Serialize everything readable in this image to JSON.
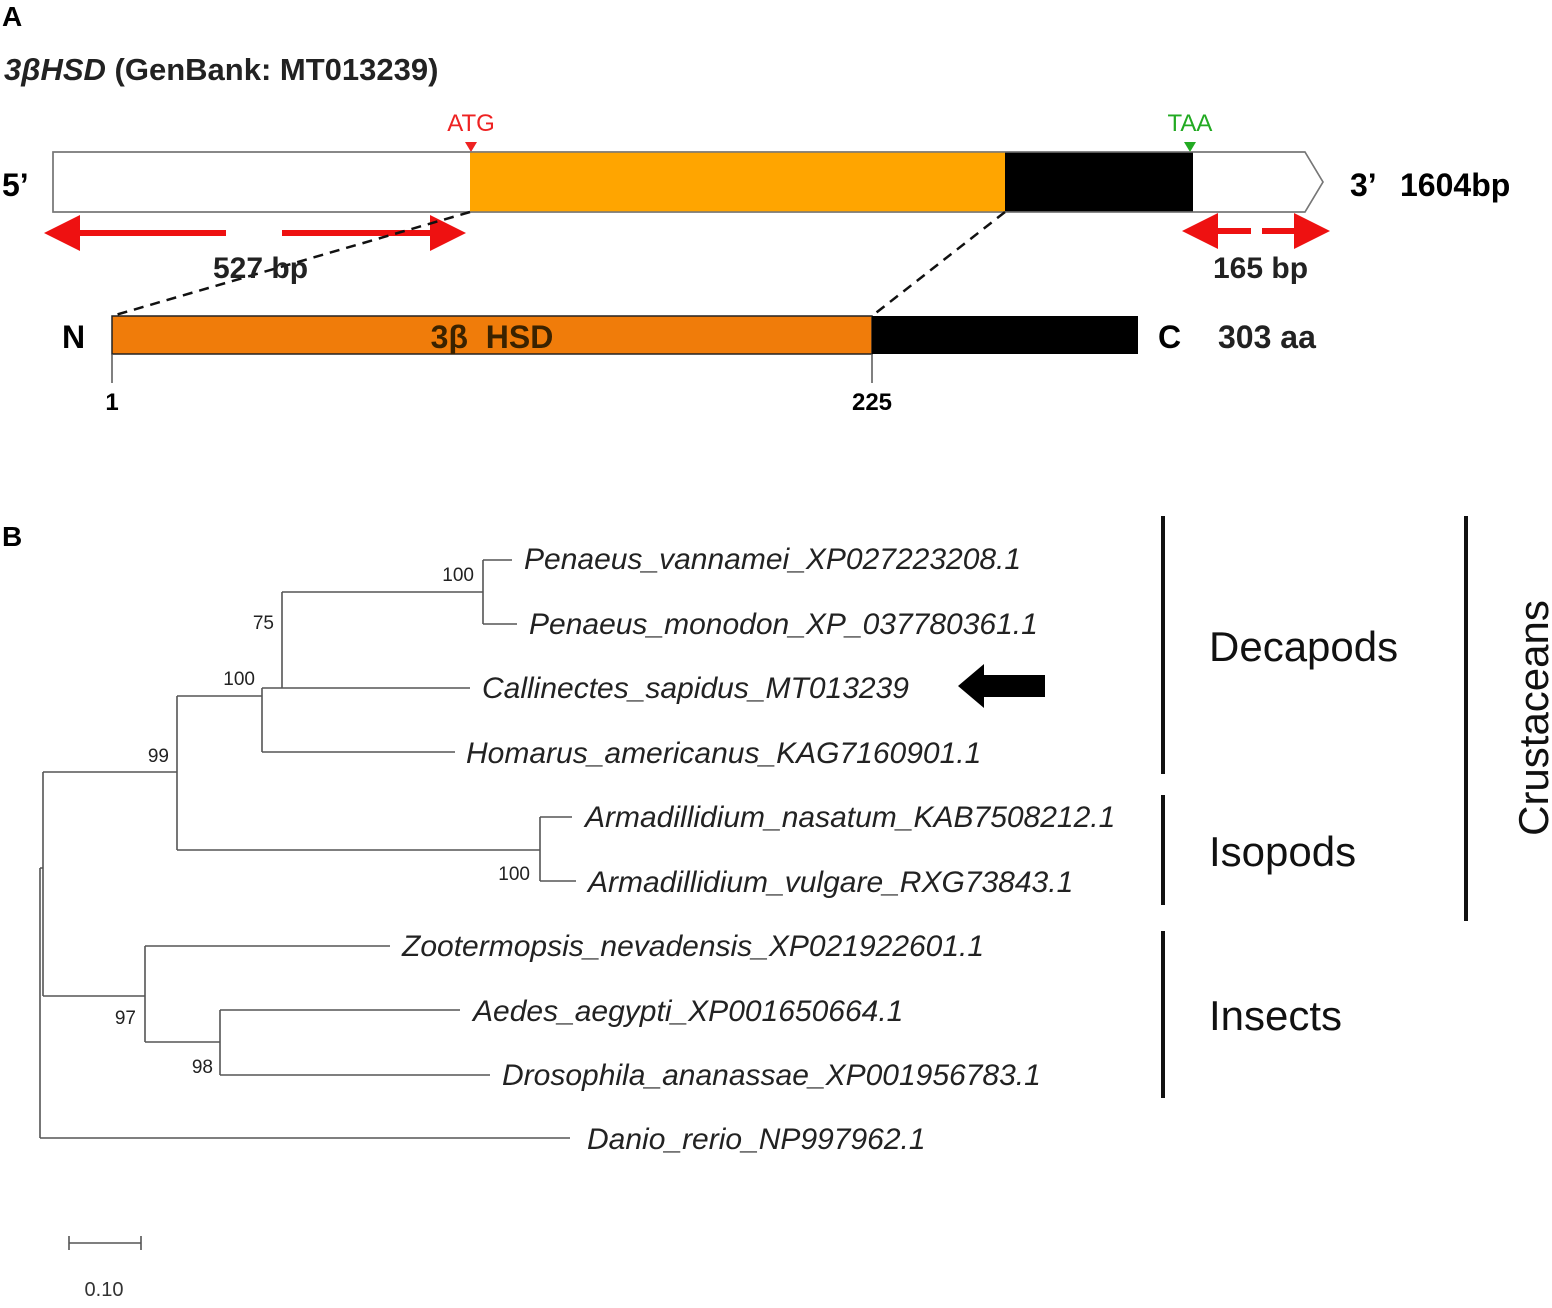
{
  "colors": {
    "cds": "#FFA500",
    "domain": "#F07C0A",
    "black": "#000000",
    "primer": "#EE1111",
    "atg": "#EE2222",
    "taa": "#22AA22"
  },
  "panel_a": {
    "label": "A",
    "title_gene": "3βHSD",
    "title_rest": " (GenBank: MT013239)",
    "five_prime": "5’",
    "three_prime": "3’",
    "length_bp": "1604bp",
    "start_codon": "ATG",
    "stop_codon": "TAA",
    "utr5_length": "527 bp",
    "utr3_length": "165 bp",
    "protein_n": "N",
    "protein_c": "C",
    "protein_length": "303 aa",
    "domain_name": "3β  HSD",
    "pos_start": "1",
    "pos_end": "225"
  },
  "panel_b": {
    "label": "B",
    "scale_label": "0.10",
    "taxa": [
      "Penaeus_vannamei_XP027223208.1",
      "Penaeus_monodon_XP_037780361.1",
      "Callinectes_sapidus_MT013239",
      "Homarus_americanus_KAG7160901.1",
      "Armadillidium_nasatum_KAB7508212.1",
      "Armadillidium_vulgare_RXG73843.1",
      "Zootermopsis_nevadensis_XP021922601.1",
      "Aedes_aegypti_XP001650664.1",
      "Drosophila_ananassae_XP001956783.1",
      "Danio_rerio_NP997962.1"
    ],
    "bootstrap": [
      "100",
      "75",
      "100",
      "99",
      "100",
      "97",
      "98"
    ],
    "groups": [
      "Decapods",
      "Isopods",
      "Insects"
    ],
    "supergroup": "Crustaceans"
  }
}
